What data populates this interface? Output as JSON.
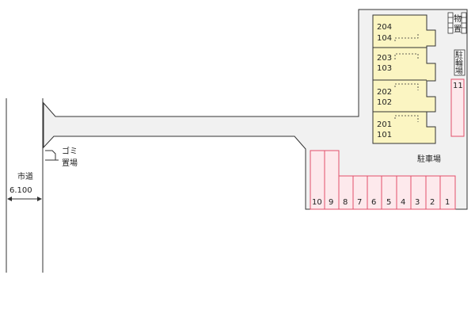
{
  "road": {
    "label": "市道",
    "width": "6.100"
  },
  "garbage": {
    "line1": "ゴミ",
    "line2": "置場"
  },
  "units": [
    {
      "upper": "204",
      "lower": "104"
    },
    {
      "upper": "203",
      "lower": "103"
    },
    {
      "upper": "202",
      "lower": "102"
    },
    {
      "upper": "201",
      "lower": "101"
    }
  ],
  "storage": {
    "c1": "物",
    "c2": "置"
  },
  "bicycle": {
    "c1": "駐",
    "c2": "輪",
    "c3": "場"
  },
  "parking": {
    "label": "駐車場",
    "right_space": "11",
    "row_spaces": [
      "10",
      "9",
      "8",
      "7",
      "6",
      "5",
      "4",
      "3",
      "2",
      "1"
    ]
  },
  "colors": {
    "building": "#fbf5c2",
    "parking": "#fde9ec",
    "parking_border": "#e2506a",
    "lot": "#f1f1f1",
    "line": "#333333"
  }
}
